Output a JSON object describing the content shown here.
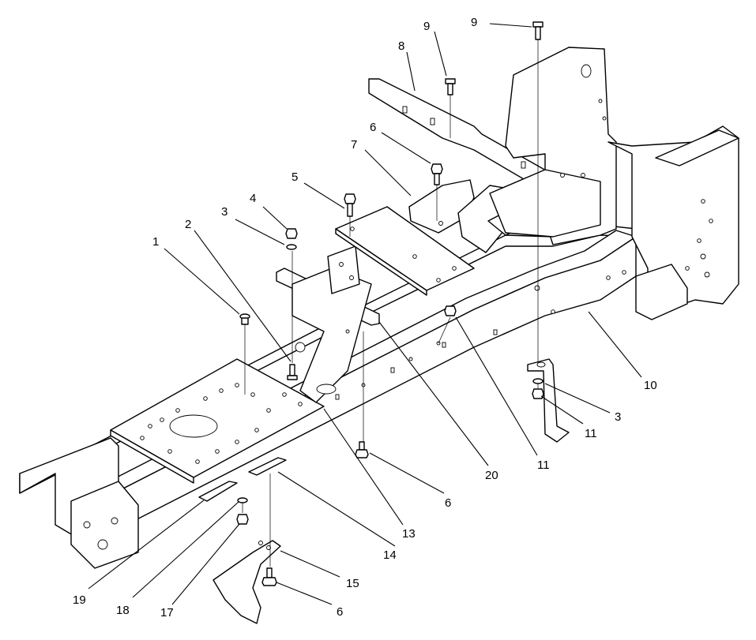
{
  "diagram": {
    "type": "exploded-parts-view",
    "callouts": [
      {
        "id": "c1",
        "label": "1"
      },
      {
        "id": "c2",
        "label": "2"
      },
      {
        "id": "c3a",
        "label": "3"
      },
      {
        "id": "c4",
        "label": "4"
      },
      {
        "id": "c5",
        "label": "5"
      },
      {
        "id": "c6a",
        "label": "6"
      },
      {
        "id": "c7",
        "label": "7"
      },
      {
        "id": "c8",
        "label": "8"
      },
      {
        "id": "c9a",
        "label": "9"
      },
      {
        "id": "c9b",
        "label": "9"
      },
      {
        "id": "c10",
        "label": "10"
      },
      {
        "id": "c3b",
        "label": "3"
      },
      {
        "id": "c11a",
        "label": "11"
      },
      {
        "id": "c11b",
        "label": "11"
      },
      {
        "id": "c20",
        "label": "20"
      },
      {
        "id": "c6b",
        "label": "6"
      },
      {
        "id": "c13",
        "label": "13"
      },
      {
        "id": "c14",
        "label": "14"
      },
      {
        "id": "c15",
        "label": "15"
      },
      {
        "id": "c6c",
        "label": "6"
      },
      {
        "id": "c17",
        "label": "17"
      },
      {
        "id": "c18",
        "label": "18"
      },
      {
        "id": "c19",
        "label": "19"
      }
    ]
  }
}
